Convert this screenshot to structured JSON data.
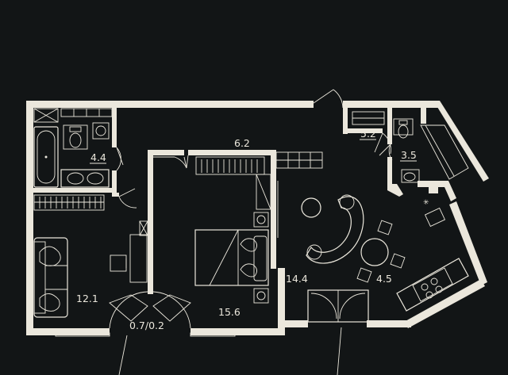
{
  "palette": {
    "background": "#121516",
    "wall": "#ebe7dc"
  },
  "rooms": [
    {
      "id": "bathroom",
      "area": "4.4"
    },
    {
      "id": "hall",
      "area": "6.2"
    },
    {
      "id": "wardrobe",
      "area": "5.2"
    },
    {
      "id": "wc",
      "area": "3.5"
    },
    {
      "id": "living-room",
      "area": "12.1"
    },
    {
      "id": "bedroom",
      "area": "15.6"
    },
    {
      "id": "living-kitchen",
      "area": "14.4"
    },
    {
      "id": "kitchen",
      "area": "4.5"
    },
    {
      "id": "balcony",
      "area": "0.7/0.2"
    }
  ]
}
